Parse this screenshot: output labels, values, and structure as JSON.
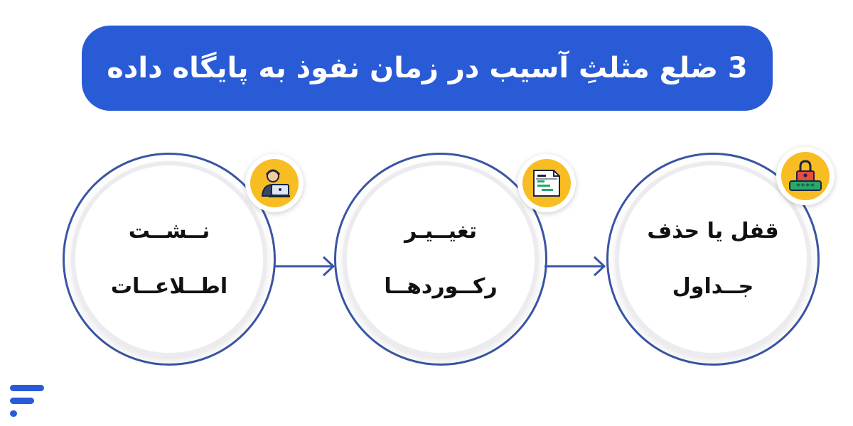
{
  "banner": {
    "title": "3 ضلع مثلثِ آسیب در زمان نفوذ به پایگاه داده"
  },
  "steps": [
    {
      "line1": "نــشــت",
      "line2": "اطــلاعــات",
      "icon": "person-laptop-icon"
    },
    {
      "line1": "تغیــیـر",
      "line2": "رکــوردهــا",
      "icon": "document-table-icon"
    },
    {
      "line1": "قفل یا حذف",
      "line2": "جــداول",
      "icon": "lock-password-icon"
    }
  ],
  "colors": {
    "banner": "#2a5bd7",
    "ring": "#3a55a3",
    "badge": "#f7bd23",
    "arrow": "#3a55a3"
  },
  "logo": {
    "icon": "brand-logo-icon"
  }
}
